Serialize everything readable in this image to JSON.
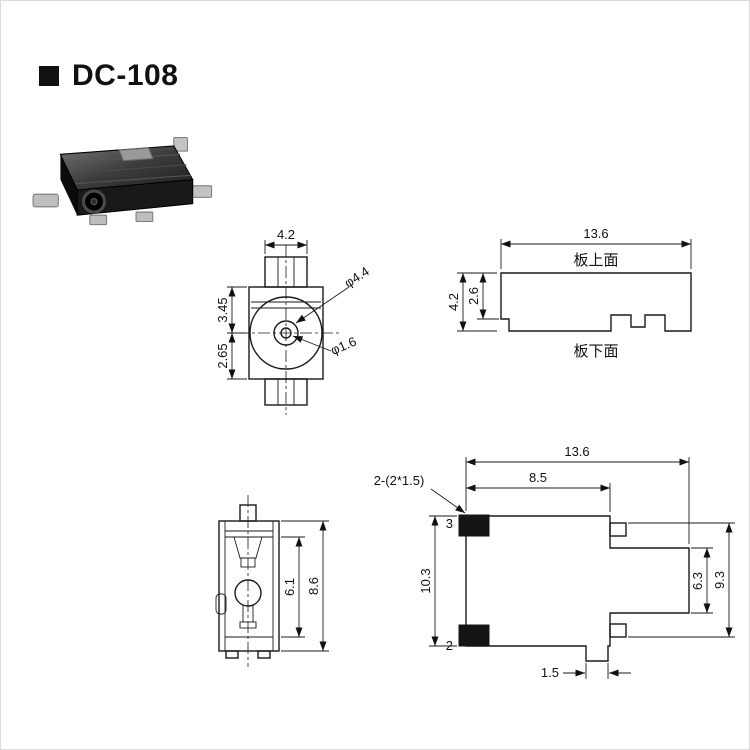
{
  "page": {
    "title": "DC-108"
  },
  "front_view": {
    "dim_width_top": "4.2",
    "dim_upper": "3.45",
    "dim_lower": "2.65",
    "callout_outer_dia": "φ4.4",
    "callout_inner_dia": "φ1.6"
  },
  "top_view": {
    "dim_width": "13.6",
    "board_top_label": "板上面",
    "board_bottom_label": "板下面",
    "dim_height": "4.2",
    "dim_step": "2.6"
  },
  "side_view": {
    "dim_inner_height": "6.1",
    "dim_outer_height": "8.6"
  },
  "pcb_view": {
    "dim_total_width": "13.6",
    "dim_body_width": "8.5",
    "dim_body_height": "10.3",
    "dim_barrel": "6.3",
    "dim_pin_span": "9.3",
    "dim_tab": "1.5",
    "callout_pads": "2-(2*1.5)",
    "pad3_label": "3",
    "pad2_label": "2"
  }
}
